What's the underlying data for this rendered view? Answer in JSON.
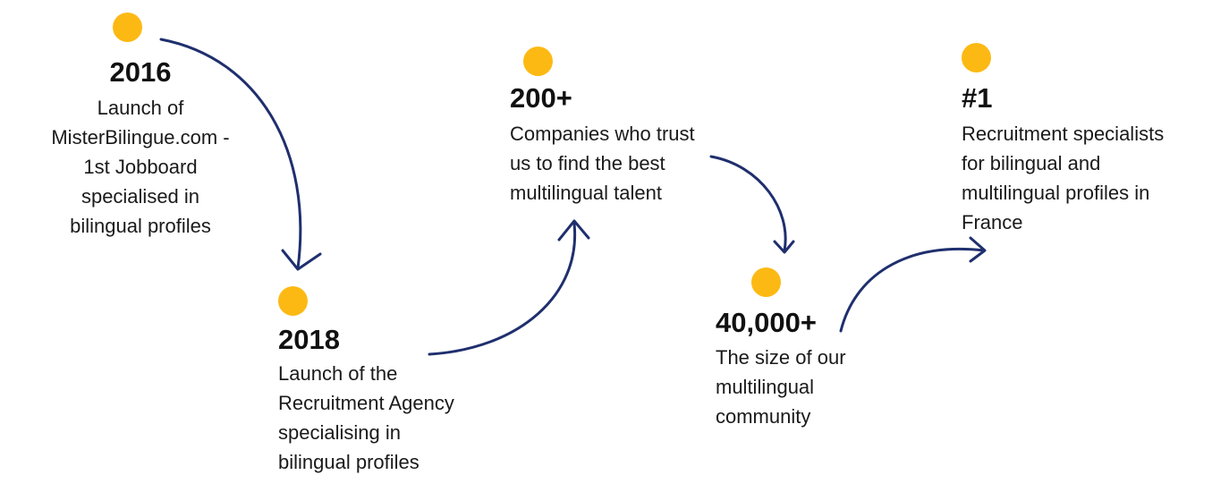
{
  "colors": {
    "dot": "#FDB913",
    "arrow": "#1F2F6E"
  },
  "milestones": [
    {
      "headline": "2016",
      "lines": [
        "Launch of",
        "MisterBilingue.com -",
        "1st Jobboard",
        "specialised in",
        "bilingual profiles"
      ]
    },
    {
      "headline": "2018",
      "lines": [
        "Launch of the",
        "Recruitment Agency",
        "specialising in",
        "bilingual profiles"
      ]
    },
    {
      "headline": "200+",
      "lines": [
        "Companies who trust",
        "us to find the best",
        "multilingual talent"
      ]
    },
    {
      "headline": "40,000+",
      "lines": [
        "The size of our",
        "multilingual",
        "community"
      ]
    },
    {
      "headline": "#1",
      "lines": [
        "Recruitment specialists",
        "for bilingual and",
        "multilingual profiles in",
        "France"
      ]
    }
  ]
}
